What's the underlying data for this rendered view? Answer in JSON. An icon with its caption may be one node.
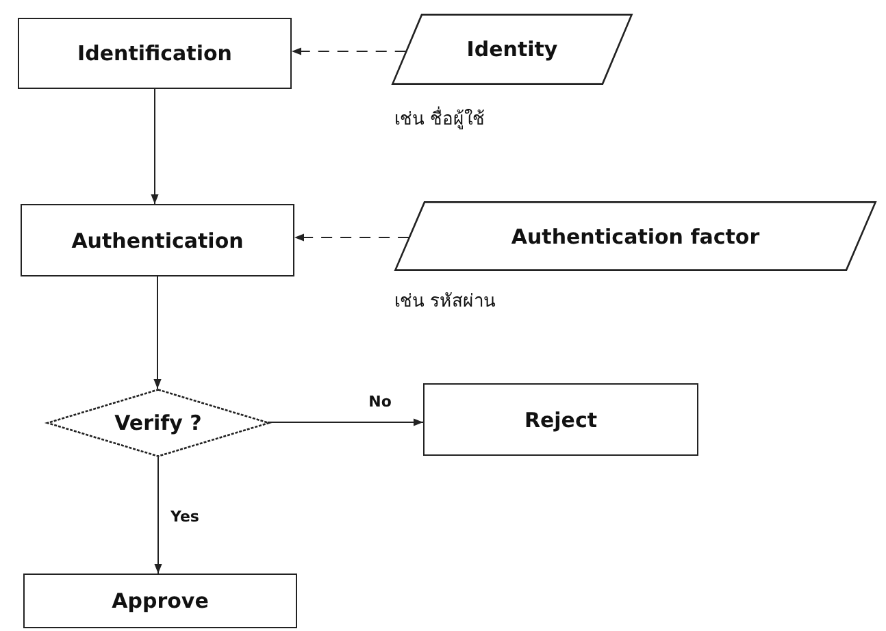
{
  "diagram": {
    "nodes": [
      {
        "text": [
          "Identification"
        ]
      },
      {
        "text": [
          "Identity"
        ],
        "beside": [
          "เช่น ชื่อผู้ใช้"
        ]
      },
      {
        "text": [
          "Authentication"
        ]
      },
      {
        "text": [
          "Authentication factor"
        ],
        "beside": [
          "เช่น รหัสผ่าน"
        ]
      },
      {
        "text": [
          "Verify ?"
        ]
      },
      {
        "text": [
          "Reject"
        ]
      },
      {
        "text": [
          "Approve"
        ]
      }
    ],
    "edges": [
      {
        "from": 1,
        "to": 0,
        "arrow": "to",
        "style": "dashed"
      },
      {
        "from": 0,
        "to": 2,
        "arrow": "to"
      },
      {
        "from": 3,
        "to": 2,
        "arrow": "to",
        "style": "dashed"
      },
      {
        "from": 2,
        "to": 4,
        "arrow": "to"
      },
      {
        "from": 4,
        "to": 5,
        "arrow": "to",
        "label": "No"
      },
      {
        "from": 4,
        "to": 6,
        "arrow": "to",
        "label": "Yes"
      }
    ]
  }
}
